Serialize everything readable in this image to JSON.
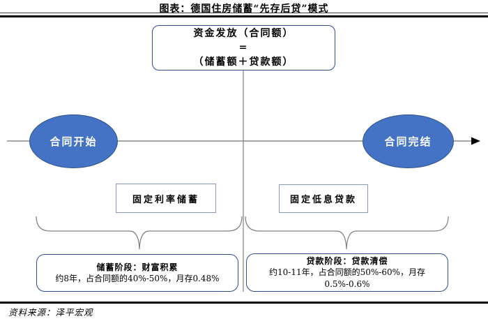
{
  "title": "图表：德国住房储蓄“先存后贷”模式",
  "source": "资料来源：泽平宏观",
  "colors": {
    "ellipse_fill": "#4472C4",
    "ellipse_border": "#2F528F",
    "dark_box_border": "#2F4E8D",
    "light_box_border": "#8496B0",
    "timeline_gray": "#A6A6A6",
    "connector_gray": "#7F7F7F",
    "rule_black": "#000000"
  },
  "diagram": {
    "top_box": {
      "lines": [
        "资金发放（合同额）",
        "=",
        "（储蓄额＋贷款额）"
      ]
    },
    "start_ellipse": {
      "label": "合同开始"
    },
    "end_ellipse": {
      "label": "合同完结"
    },
    "phase_boxes": [
      {
        "label": "固定利率储蓄"
      },
      {
        "label": "固定低息贷款"
      }
    ],
    "detail_boxes": [
      {
        "title": "储蓄阶段：财富积累",
        "desc": "约8年，占合同额的40%-50%，月存0.48%"
      },
      {
        "title": "贷款阶段：贷款清偿",
        "desc": "约10-11年，占合同额的50%-60%，月存0.5%-0.6%"
      }
    ]
  }
}
